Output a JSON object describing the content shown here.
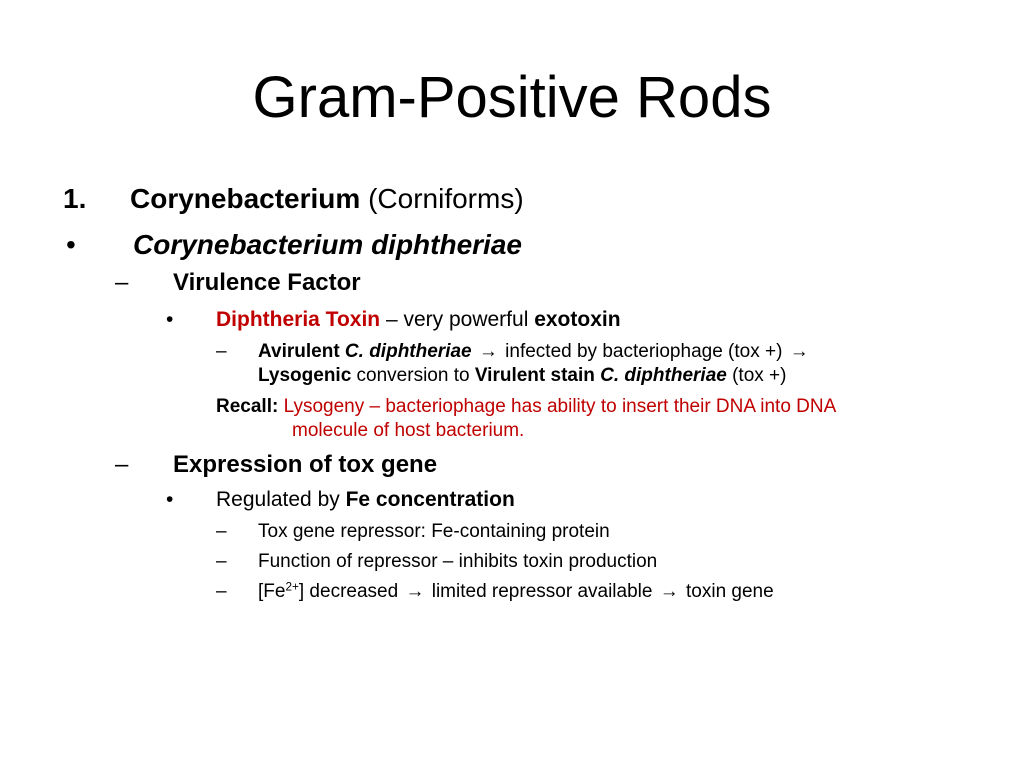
{
  "slide": {
    "title": "Gram-Positive Rods",
    "item1": {
      "marker": "1.",
      "name": "Corynebacterium",
      "paren": "(Corniforms)"
    },
    "species": {
      "marker": "•",
      "name": "Corynebacterium diphtheriae"
    },
    "virulence": {
      "marker": "–",
      "heading": "Virulence Factor",
      "toxin": {
        "marker": "•",
        "name": "Diphtheria Toxin",
        "middle": " – very powerful ",
        "type": "exotoxin"
      },
      "conversion": {
        "marker": "–",
        "avirulent": "Avirulent",
        "species": "C. diphtheriae",
        "infected": " infected by bacteriophage (tox +) ",
        "lysogenic": "Lysogenic",
        "conversion_to": " conversion to ",
        "virulent": "Virulent stain",
        "species2": "C. diphtheriae",
        "tox": " (tox +)"
      },
      "recall": {
        "label": "Recall:",
        "text_line1": "Lysogeny – bacteriophage has ability to insert their DNA into DNA",
        "text_line2": "molecule of host bacterium."
      }
    },
    "expression": {
      "marker": "–",
      "heading": "Expression of tox gene",
      "regulated": {
        "marker": "•",
        "prefix": "Regulated by ",
        "bold": "Fe concentration"
      },
      "points": {
        "p1": {
          "marker": "–",
          "text": "Tox gene repressor: Fe-containing protein"
        },
        "p2": {
          "marker": "–",
          "text": "Function of repressor – inhibits toxin production"
        },
        "p3": {
          "marker": "–",
          "bracket_open": "[Fe",
          "superscript": "2+",
          "bracket_close": "] decreased ",
          "middle": " limited repressor available ",
          "end": " toxin gene"
        }
      }
    },
    "arrow_glyph": "→",
    "colors": {
      "accent_red": "#c00000",
      "text": "#000000",
      "background": "#ffffff"
    }
  }
}
